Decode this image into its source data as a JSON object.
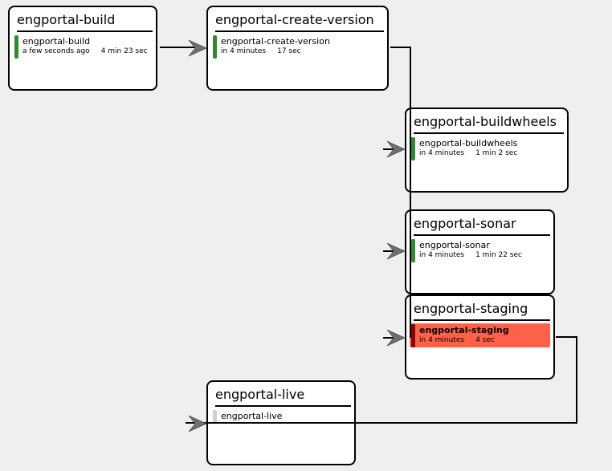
{
  "colors": {
    "success": "#2e8b2e",
    "failed_fill": "#ff6148",
    "failed_bar": "#8b0000",
    "pending": "#d0d0d0",
    "connector": "#000000",
    "arrowhead": "#6e6e6e"
  },
  "stages": [
    {
      "id": "build",
      "title": "engportal-build",
      "job": {
        "name": "engportal-build",
        "when": "a few seconds ago",
        "duration": "4 min 23 sec",
        "status": "success"
      }
    },
    {
      "id": "create-version",
      "title": "engportal-create-version",
      "job": {
        "name": "engportal-create-version",
        "when": "in 4 minutes",
        "duration": "17 sec",
        "status": "success"
      }
    },
    {
      "id": "buildwheels",
      "title": "engportal-buildwheels",
      "job": {
        "name": "engportal-buildwheels",
        "when": "in 4 minutes",
        "duration": "1 min 2 sec",
        "status": "success"
      }
    },
    {
      "id": "sonar",
      "title": "engportal-sonar",
      "job": {
        "name": "engportal-sonar",
        "when": "in 4 minutes",
        "duration": "1 min 22 sec",
        "status": "success"
      }
    },
    {
      "id": "staging",
      "title": "engportal-staging",
      "job": {
        "name": "engportal-staging",
        "when": "in 4 minutes",
        "duration": "4 sec",
        "status": "failed"
      }
    },
    {
      "id": "live",
      "title": "engportal-live",
      "job": {
        "name": "engportal-live",
        "when": "",
        "duration": "",
        "status": "pending"
      }
    }
  ]
}
